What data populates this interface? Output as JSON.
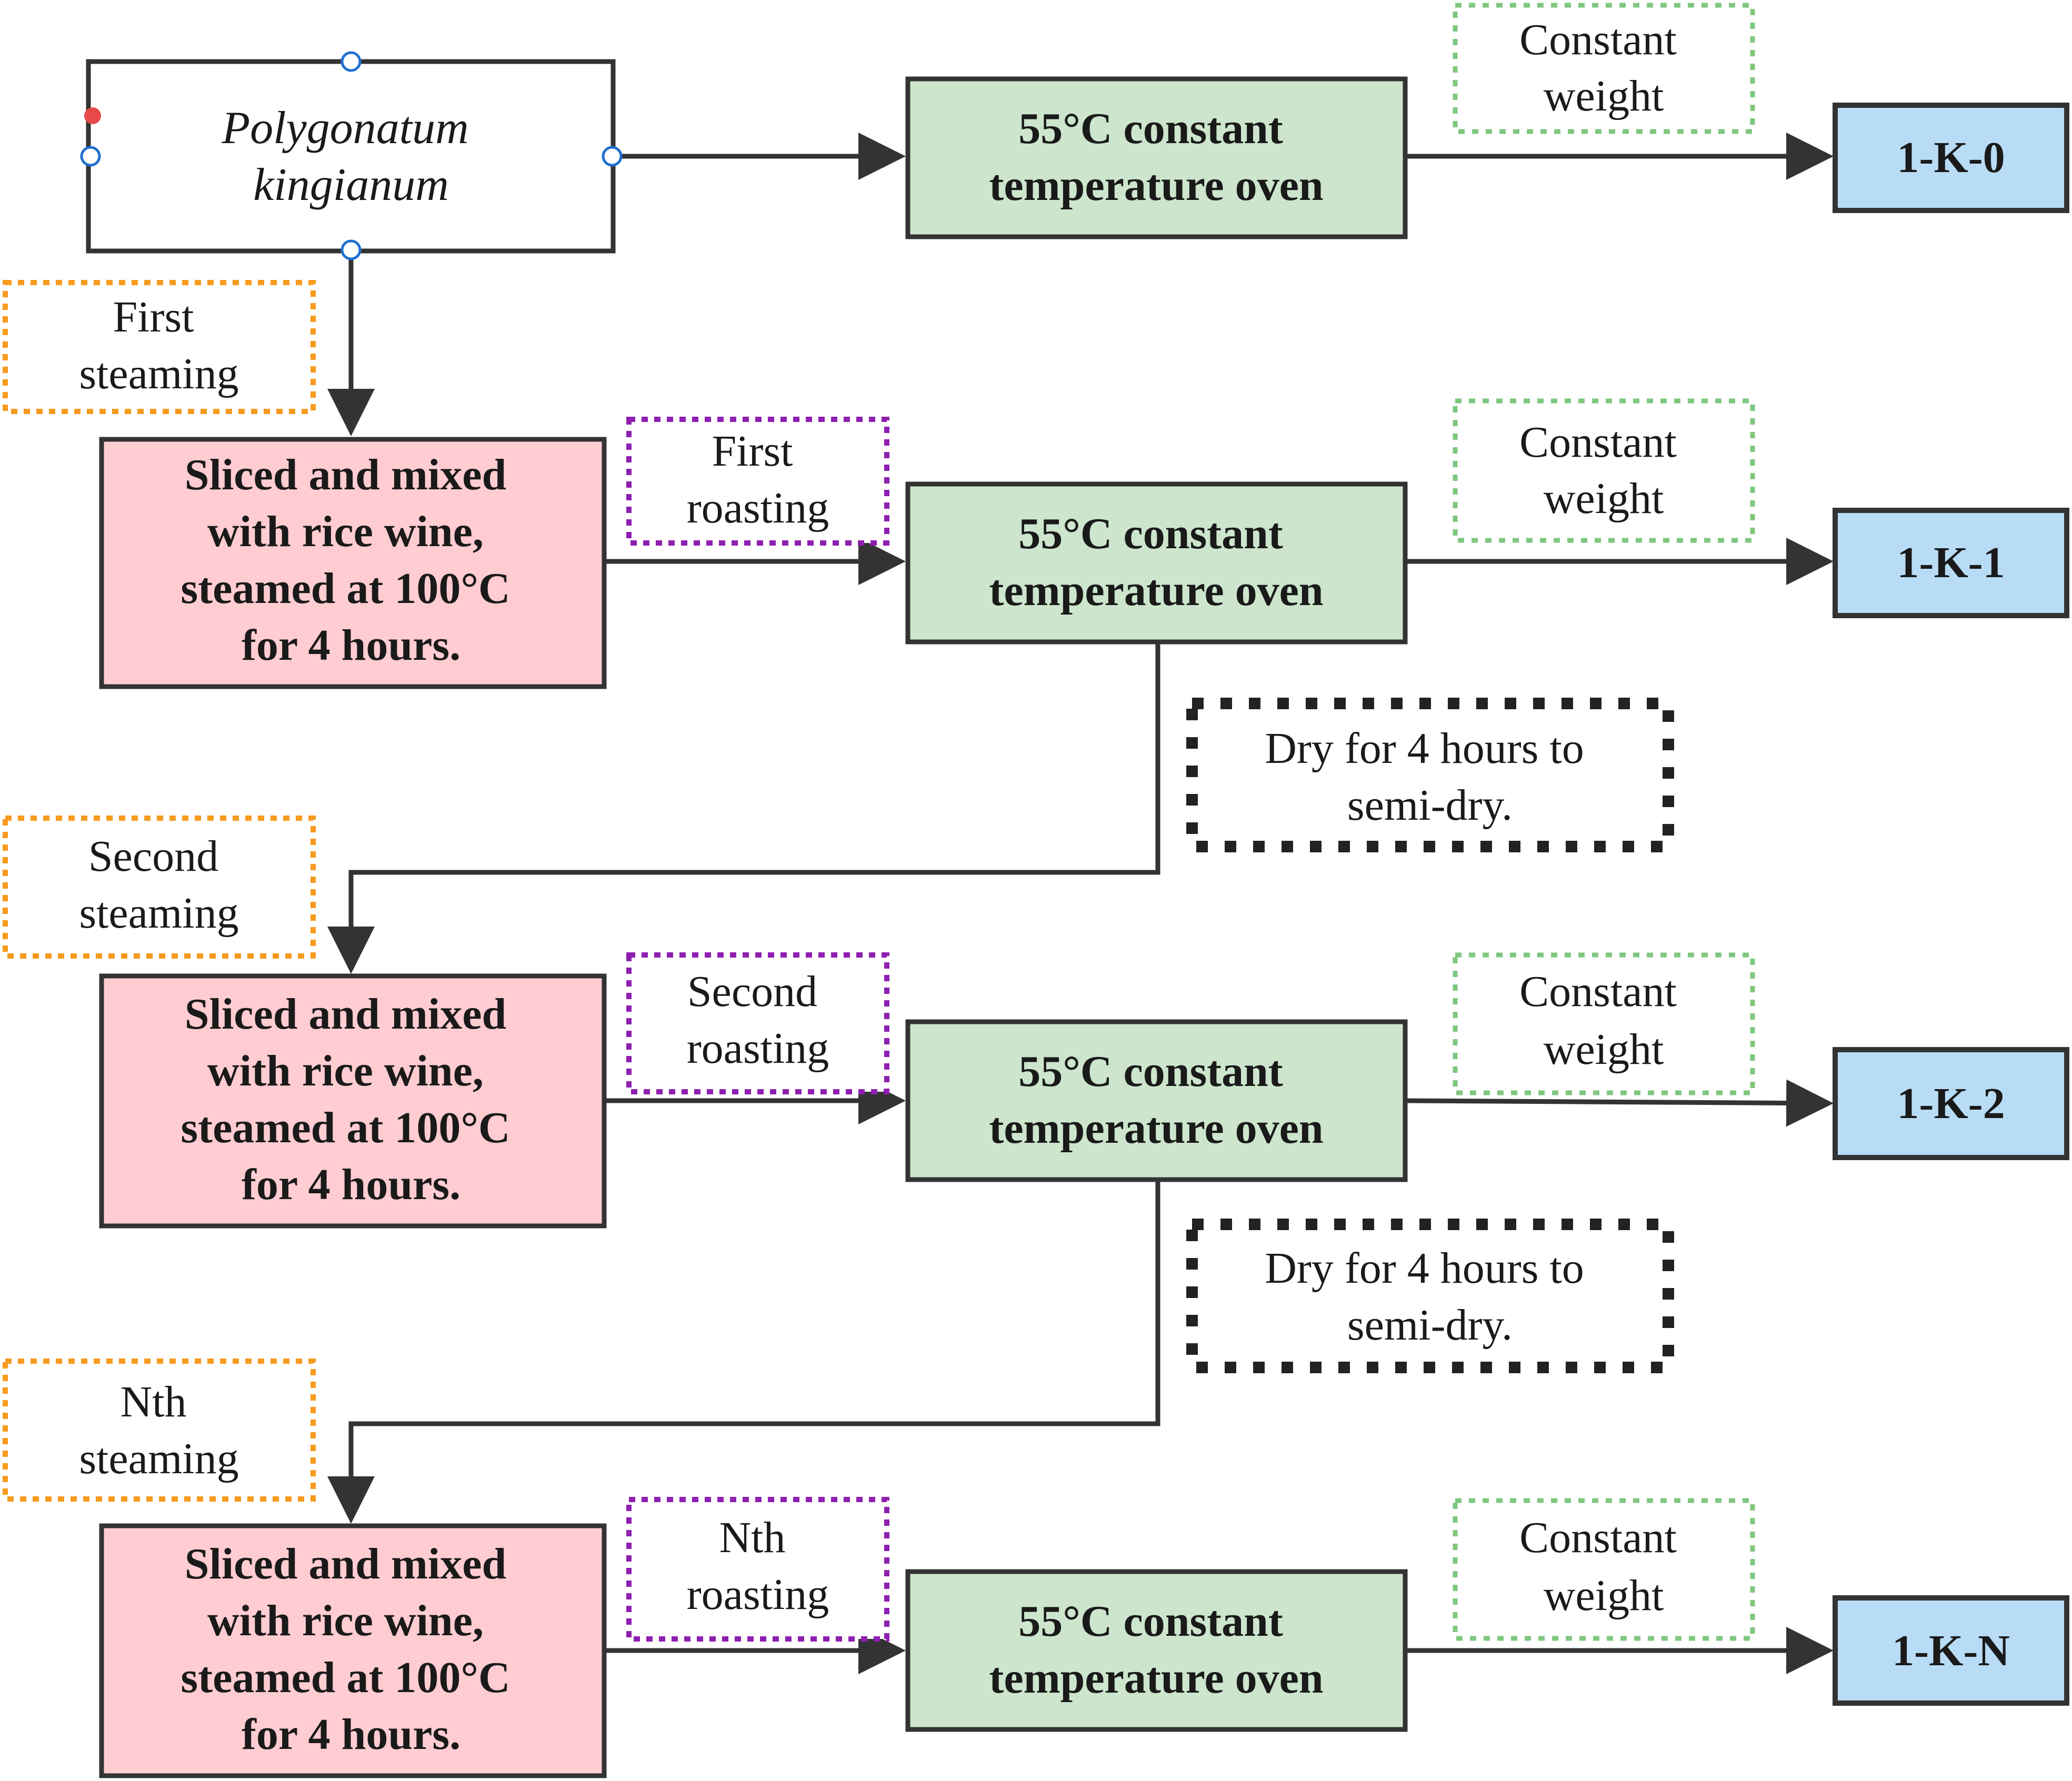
{
  "start": {
    "lines": [
      "Polygonatum",
      "kingianum"
    ]
  },
  "steps": [
    {
      "steam_label": [
        "First",
        "steaming"
      ],
      "roast_label": [
        "First",
        "roasting"
      ]
    },
    {
      "steam_label": [
        "Second",
        "steaming"
      ],
      "roast_label": [
        "Second",
        "roasting"
      ]
    },
    {
      "steam_label": [
        "Nth",
        "steaming"
      ],
      "roast_label": [
        "Nth",
        "roasting"
      ]
    }
  ],
  "process_box": [
    "Sliced and mixed",
    "with rice wine,",
    "steamed at 100°C",
    "for 4 hours."
  ],
  "oven_box": [
    "55°C constant",
    "temperature oven"
  ],
  "weight_label": [
    "Constant",
    "weight"
  ],
  "dry_label": [
    "Dry for 4 hours to",
    "semi-dry."
  ],
  "outputs": [
    "1-K-0",
    "1-K-1",
    "1-K-2",
    "1-K-N"
  ],
  "colors": {
    "process_fill": "#ffccd1",
    "oven_fill": "#cce5cc",
    "output_fill": "#b8dcf5",
    "steam_border": "#f79a1e",
    "roast_border": "#8e1fb0",
    "weight_border": "#7fc77f",
    "dry_border": "#222222",
    "line": "#333333"
  }
}
